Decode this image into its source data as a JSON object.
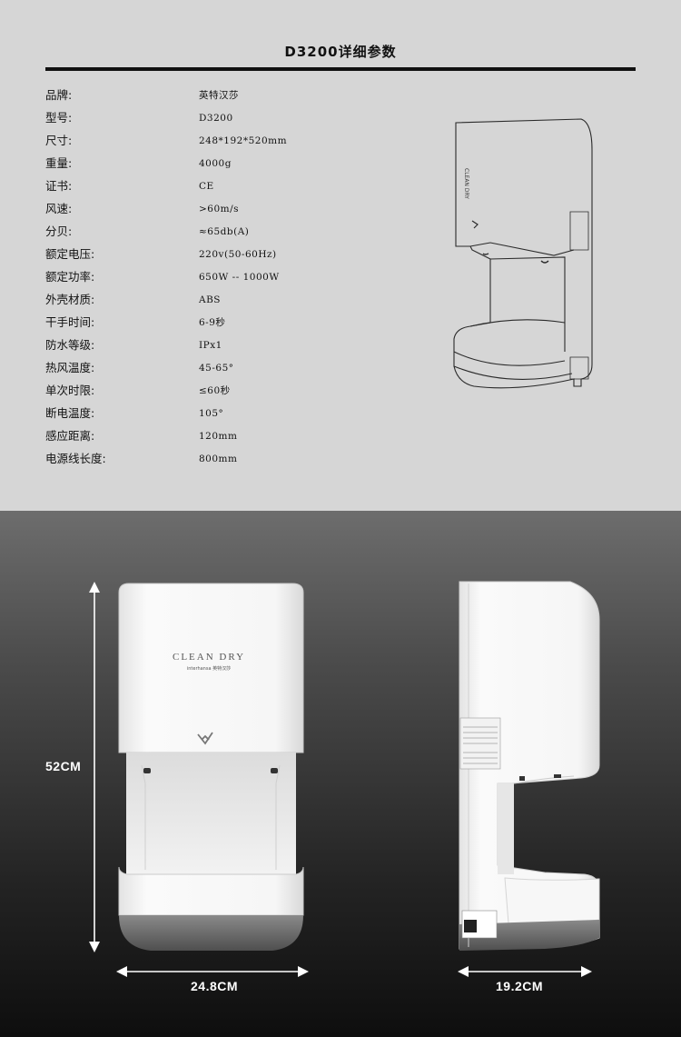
{
  "title": "D3200详细参数",
  "specs": [
    {
      "label": "品牌:",
      "value": "英特汉莎"
    },
    {
      "label": "型号:",
      "value": "D3200"
    },
    {
      "label": "尺寸:",
      "value": "248*192*520mm"
    },
    {
      "label": "重量:",
      "value": "4000g"
    },
    {
      "label": "证书:",
      "value": "CE"
    },
    {
      "label": "风速:",
      "value": ">60m/s"
    },
    {
      "label": "分贝:",
      "value": "≈65db(A)"
    },
    {
      "label": "额定电压:",
      "value": "220v(50-60Hz)"
    },
    {
      "label": "额定功率:",
      "value": "650W -- 1000W"
    },
    {
      "label": "外壳材质:",
      "value": "ABS"
    },
    {
      "label": "干手时间:",
      "value": "6-9秒"
    },
    {
      "label": "防水等级:",
      "value": "IPx1"
    },
    {
      "label": "热风温度:",
      "value": "45-65°"
    },
    {
      "label": "单次时限:",
      "value": "≤60秒"
    },
    {
      "label": "断电温度:",
      "value": "105°"
    },
    {
      "label": "感应距离:",
      "value": "120mm"
    },
    {
      "label": "电源线长度:",
      "value": "800mm"
    }
  ],
  "dimensions": {
    "height": "52CM",
    "width": "24.8CM",
    "depth": "19.2CM"
  },
  "product": {
    "front_logo": "CLEAN DRY",
    "brand_mark": "interhansa 英特汉莎"
  },
  "colors": {
    "spec_bg": "#d6d6d6",
    "photo_bg_top": "#6d6d6d",
    "photo_bg_bottom": "#0e0e0e",
    "device_white": "#f3f3f3",
    "device_base": "#6a6a6a"
  }
}
